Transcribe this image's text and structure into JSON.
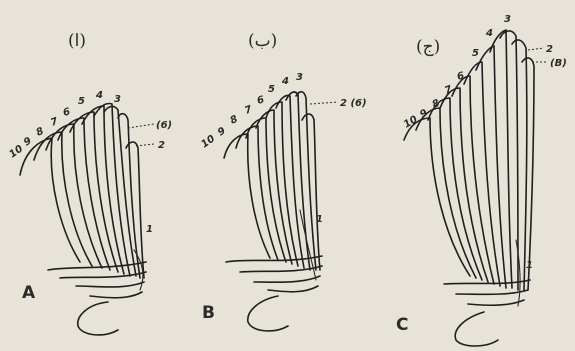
{
  "panels": [
    {
      "id": "A",
      "header": "(ا)",
      "letter": "A",
      "feathers": [
        "10",
        "9",
        "8",
        "7",
        "6",
        "5",
        "4",
        "3"
      ],
      "one": "1",
      "callouts": [
        "(6)",
        "2"
      ]
    },
    {
      "id": "B",
      "header": "(ب)",
      "letter": "B",
      "feathers": [
        "10",
        "9",
        "8",
        "7",
        "6",
        "5",
        "4",
        "3"
      ],
      "one": "1",
      "callouts": [
        "2 (6)"
      ]
    },
    {
      "id": "C",
      "header": "(ج)",
      "letter": "C",
      "feathers": [
        "10",
        "9",
        "8",
        "7",
        "6",
        "5",
        "4",
        "3"
      ],
      "one": "1",
      "callouts": [
        "2",
        "(B)"
      ]
    }
  ]
}
